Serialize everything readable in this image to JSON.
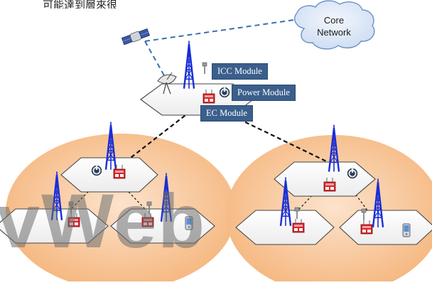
{
  "title_fragment": "可能達到層來很",
  "cloud": {
    "line1": "Core",
    "line2": "Network"
  },
  "modules": {
    "icc": "ICC Module",
    "power": "Power Module",
    "ec": "EC Module"
  },
  "watermark": "vWeb",
  "colors": {
    "hex_fill": "#f4f4f4",
    "hex_stroke": "#444444",
    "tower": "#1a2fd6",
    "cluster_ellipse": "#f7c08f",
    "cloud_fill": "#dfe9f6",
    "cloud_stroke": "#6b8fc7",
    "link_dashed": "#111111",
    "sat_link": "#3b6fb0",
    "module_label_bg": "#3b5f8c",
    "radio_red": "#d8262b"
  },
  "icons": [
    "satellite-icon",
    "dish-icon",
    "tower-icon",
    "radio-unit-icon",
    "power-icon",
    "phone-icon",
    "cloud-icon"
  ]
}
